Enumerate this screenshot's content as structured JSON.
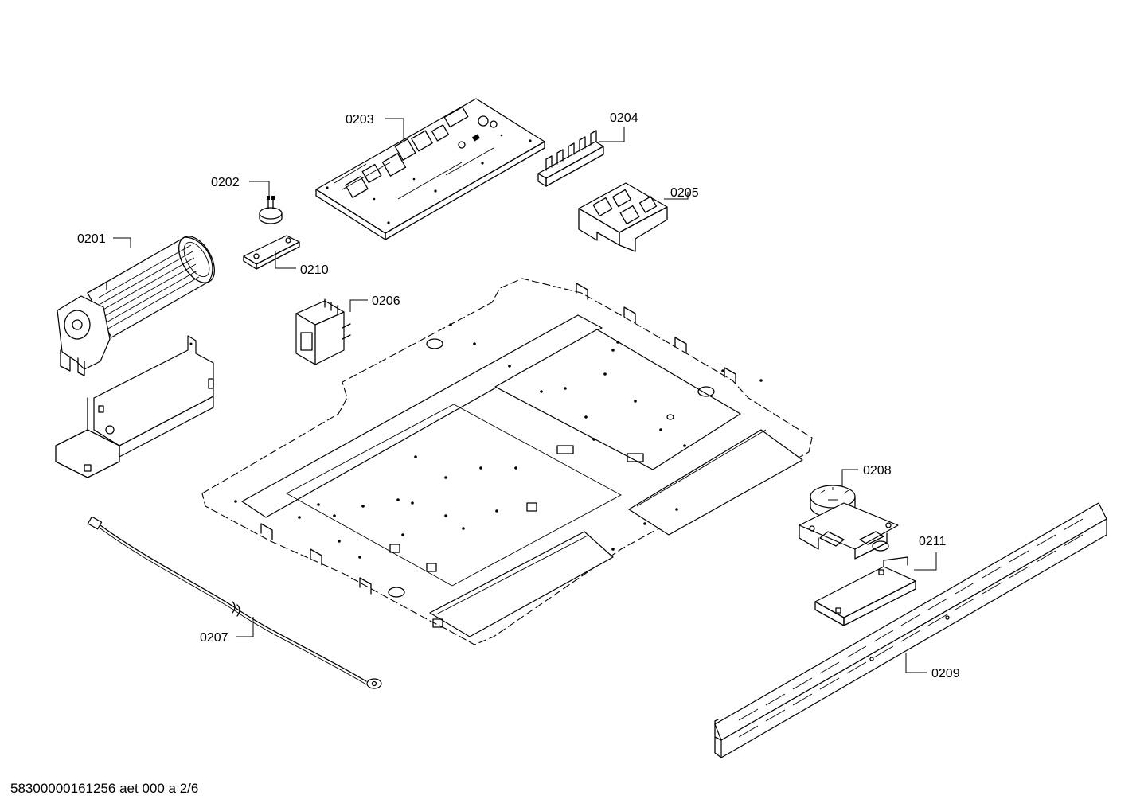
{
  "labels": [
    {
      "id": "0201",
      "text": "0201"
    },
    {
      "id": "0202",
      "text": "0202"
    },
    {
      "id": "0203",
      "text": "0203"
    },
    {
      "id": "0204",
      "text": "0204"
    },
    {
      "id": "0205",
      "text": "0205"
    },
    {
      "id": "0206",
      "text": "0206"
    },
    {
      "id": "0207",
      "text": "0207"
    },
    {
      "id": "0208",
      "text": "0208"
    },
    {
      "id": "0209",
      "text": "0209"
    },
    {
      "id": "0210",
      "text": "0210"
    },
    {
      "id": "0211",
      "text": "0211"
    }
  ],
  "footer": {
    "text": "58300000161256 aet 000 a 2/6"
  }
}
